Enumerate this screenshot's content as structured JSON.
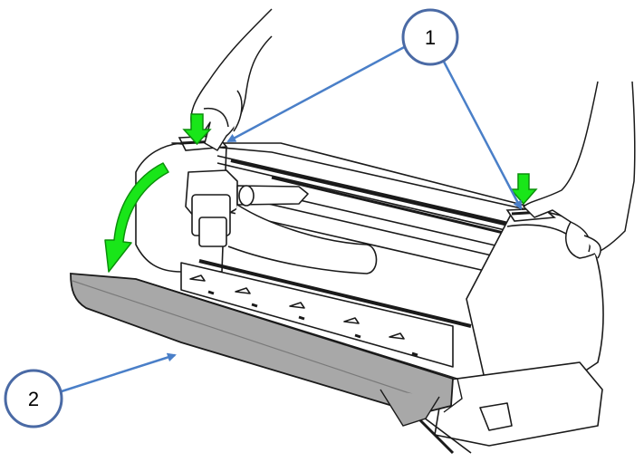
{
  "figure": {
    "callouts": [
      {
        "id": "1",
        "label": "1"
      },
      {
        "id": "2",
        "label": "2"
      }
    ],
    "colors": {
      "callout_border": "#4a6aa5",
      "callout_arrow": "#4a7fc8",
      "green_arrow": "#19e619",
      "green_arrow_outline": "#0b8f0b",
      "cover_fill": "#a8a8a8",
      "line_art": "#1a1a1a",
      "background": "#ffffff"
    },
    "icons": {
      "press_arrow": "green-down-arrow-icon",
      "rotate_arrow": "green-curved-arrow-icon"
    }
  }
}
